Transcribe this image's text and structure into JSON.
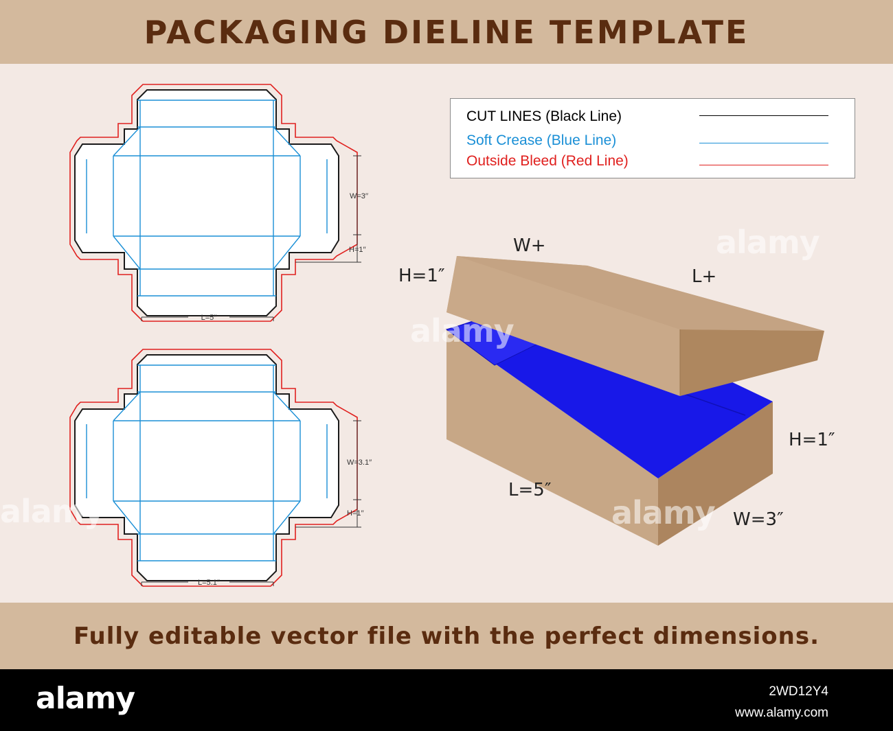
{
  "header": {
    "title": "PACKAGING DIELINE TEMPLATE"
  },
  "footer": {
    "tagline": "Fully editable vector file with the perfect dimensions."
  },
  "stock_bar": {
    "logo": "alamy",
    "image_id": "2WD12Y4",
    "url": "www.alamy.com"
  },
  "watermark": "alamy",
  "legend": {
    "items": [
      {
        "label": "CUT LINES (Black Line)",
        "color": "#000000"
      },
      {
        "label": "Soft Crease (Blue Line)",
        "color": "#1a8fd6"
      },
      {
        "label": "Outside Bleed (Red Line)",
        "color": "#e0201e"
      }
    ]
  },
  "dieline_top": {
    "width_label": "W=3′′",
    "height_label": "H=1′′",
    "length_label": "L=5′′"
  },
  "dieline_bottom": {
    "width_label": "W=3.1′′",
    "height_label": "H=1′′",
    "length_label": "L=5.1′′"
  },
  "box_3d": {
    "lid_width_label": "W+",
    "lid_length_label": "L+",
    "lid_height_label": "H=1″",
    "base_height_label": "H=1″",
    "base_length_label": "L=5″",
    "base_width_label": "W=3″"
  },
  "colors": {
    "banner": "#d3b99d",
    "banner_text": "#5a2c10",
    "background": "#f3e9e4",
    "cardboard": "#c9a988",
    "interior": "#1818e8"
  }
}
